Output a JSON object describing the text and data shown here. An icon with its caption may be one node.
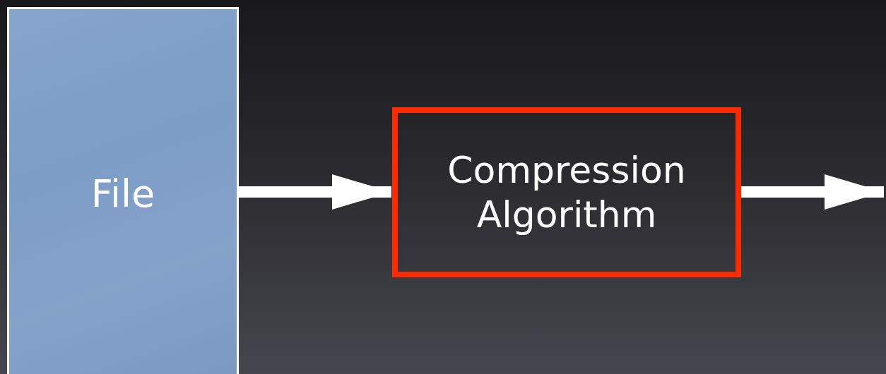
{
  "diagram": {
    "nodes": [
      {
        "text": [
          "File"
        ]
      },
      {
        "text": [
          "Compression Algorithm"
        ]
      }
    ],
    "edges": [
      {
        "from": 0,
        "to": 1,
        "arrow": "to"
      },
      {
        "from": 1,
        "to": null,
        "arrow": "to"
      }
    ]
  }
}
